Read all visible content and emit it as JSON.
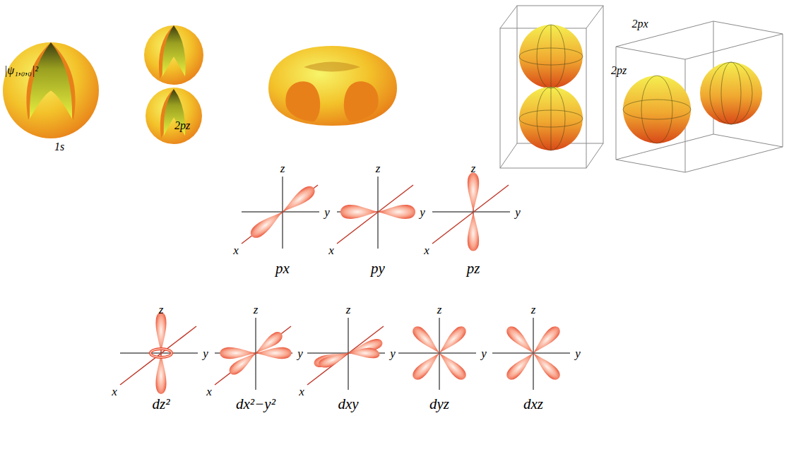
{
  "diagram": {
    "labels": [
      "|ψ₁,₀,₀|²",
      "1s",
      "2pz",
      "2pz",
      "2px",
      "z",
      "y",
      "x",
      "px",
      "z",
      "y",
      "x",
      "py",
      "z",
      "y",
      "x",
      "pz",
      "z",
      "y",
      "x",
      "dz²",
      "z",
      "y",
      "x",
      "dx²−y²",
      "z",
      "y",
      "x",
      "dxy",
      "z",
      "y",
      "dyz",
      "z",
      "y",
      "dxz"
    ]
  }
}
